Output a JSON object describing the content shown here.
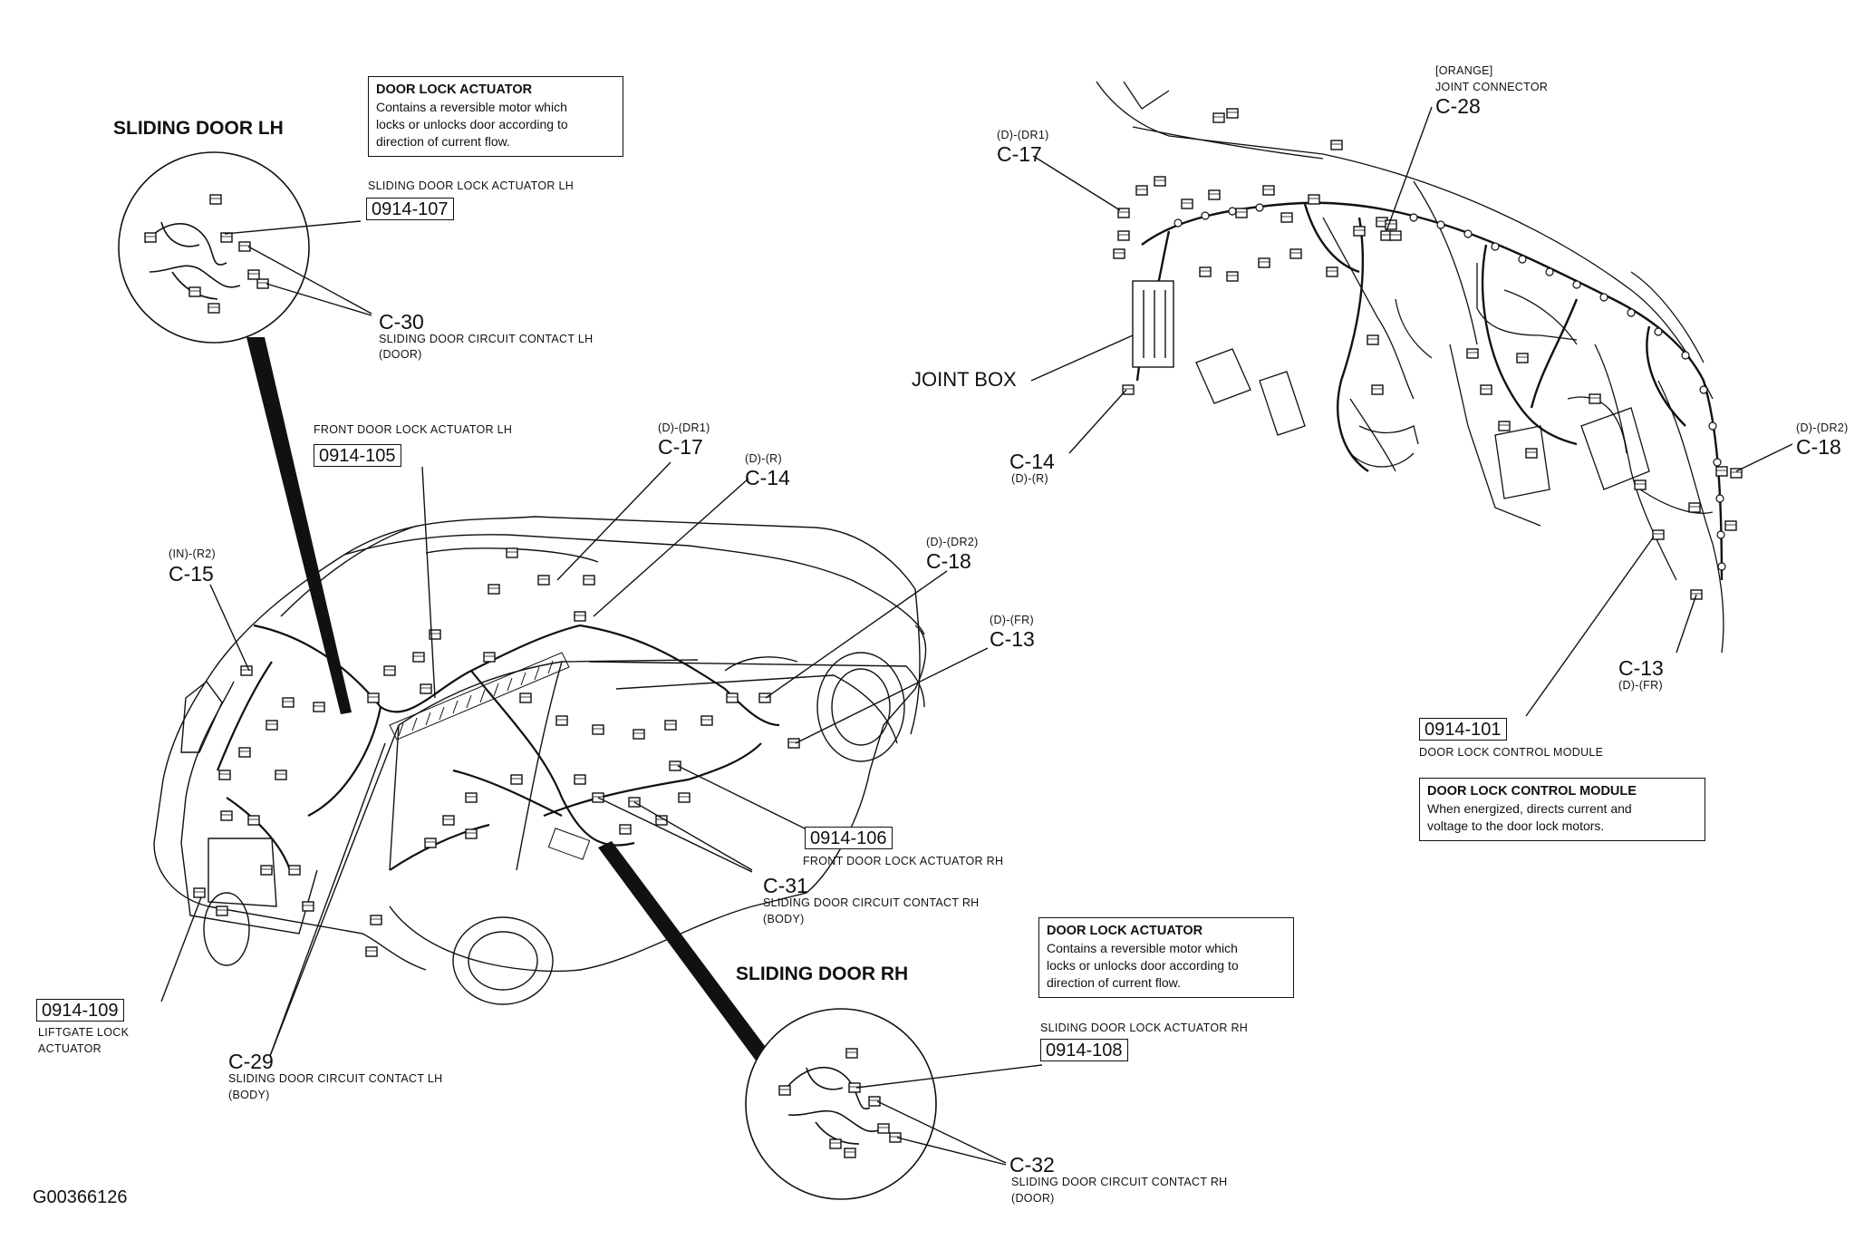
{
  "headings": {
    "sliding_door_lh": "SLIDING DOOR LH",
    "sliding_door_rh": "SLIDING DOOR RH"
  },
  "notes": {
    "door_lock_actuator_lh": {
      "title": "DOOR LOCK ACTUATOR",
      "lines": [
        "Contains a reversible motor which",
        "locks or unlocks door according to",
        "direction of current flow."
      ]
    },
    "door_lock_actuator_rh": {
      "title": "DOOR LOCK ACTUATOR",
      "lines": [
        "Contains a reversible motor which",
        "locks or unlocks door according to",
        "direction of current flow."
      ]
    },
    "door_lock_control_module": {
      "title": "DOOR LOCK CONTROL MODULE",
      "lines": [
        "When energized, directs current and",
        "voltage to the door lock motors."
      ]
    }
  },
  "components": {
    "sliding_door_lock_actuator_lh": {
      "name": "SLIDING DOOR LOCK ACTUATOR LH",
      "part": "0914-107"
    },
    "front_door_lock_actuator_lh": {
      "name": "FRONT DOOR LOCK ACTUATOR LH",
      "part": "0914-105"
    },
    "front_door_lock_actuator_rh": {
      "name": "FRONT DOOR LOCK ACTUATOR RH",
      "part": "0914-106"
    },
    "liftgate_lock_actuator": {
      "name_lines": [
        "LIFTGATE LOCK",
        "ACTUATOR"
      ],
      "part": "0914-109"
    },
    "sliding_door_lock_actuator_rh": {
      "name": "SLIDING DOOR LOCK ACTUATOR RH",
      "part": "0914-108"
    },
    "door_lock_control_module": {
      "name": "DOOR LOCK CONTROL MODULE",
      "part": "0914-101"
    },
    "joint_box": {
      "name": "JOINT BOX"
    }
  },
  "connectors": {
    "c30": {
      "id": "C-30",
      "desc": "SLIDING DOOR CIRCUIT CONTACT LH",
      "sub": "(DOOR)"
    },
    "c29": {
      "id": "C-29",
      "desc": "SLIDING DOOR CIRCUIT CONTACT LH",
      "sub": "(BODY)"
    },
    "c31": {
      "id": "C-31",
      "desc": "SLIDING DOOR CIRCUIT CONTACT RH",
      "sub": "(BODY)"
    },
    "c32": {
      "id": "C-32",
      "desc": "SLIDING DOOR CIRCUIT CONTACT RH",
      "sub": "(DOOR)"
    },
    "c15": {
      "id": "C-15",
      "code": "(IN)-(R2)"
    },
    "c17_car": {
      "id": "C-17",
      "code": "(D)-(DR1)"
    },
    "c14_car": {
      "id": "C-14",
      "code": "(D)-(R)"
    },
    "c18_car": {
      "id": "C-18",
      "code": "(D)-(DR2)"
    },
    "c13_car": {
      "id": "C-13",
      "code": "(D)-(FR)"
    },
    "c17_dash": {
      "id": "C-17",
      "code": "(D)-(DR1)"
    },
    "c28": {
      "id": "C-28",
      "code": "[ORANGE]",
      "desc": "JOINT CONNECTOR"
    },
    "c14_dash": {
      "id": "C-14",
      "code": "(D)-(R)"
    },
    "c18_dash": {
      "id": "C-18",
      "code": "(D)-(DR2)"
    },
    "c13_dash": {
      "id": "C-13",
      "code": "(D)-(FR)"
    }
  },
  "figure_id": "G00366126"
}
